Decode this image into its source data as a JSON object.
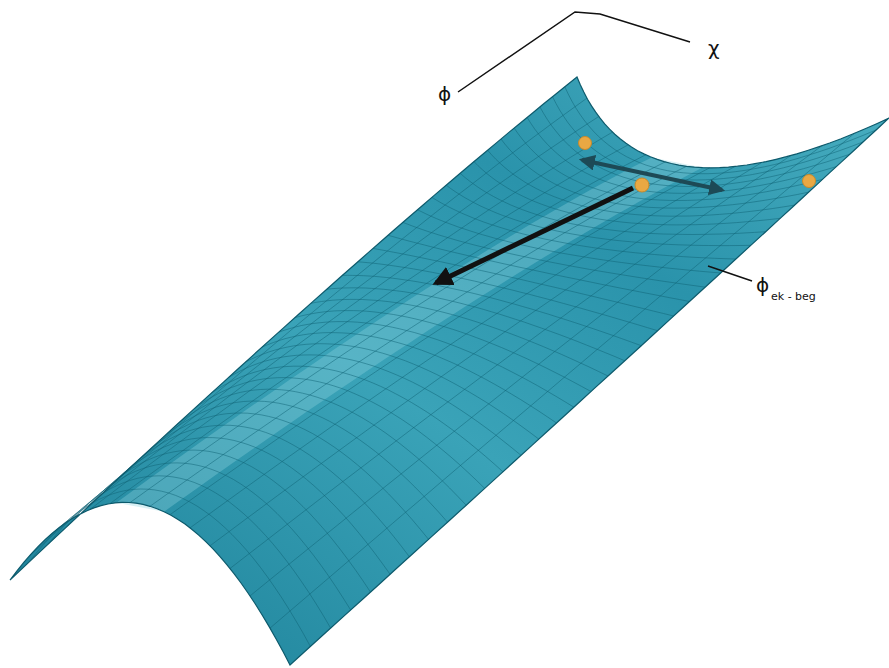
{
  "diagram": {
    "labels": [
      "ϕ",
      "χ",
      "ϕ",
      "ek - beg"
    ]
  }
}
